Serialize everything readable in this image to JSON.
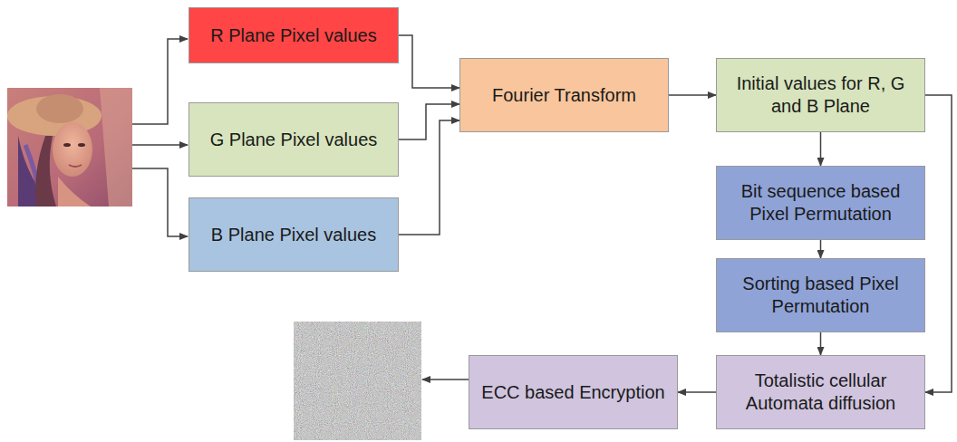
{
  "diagram": {
    "nodes": [
      {
        "text": [
          "R Plane Pixel values"
        ]
      },
      {
        "text": [
          "G Plane Pixel values"
        ]
      },
      {
        "text": [
          "B Plane Pixel values"
        ]
      },
      {
        "text": [
          "Fourier Transform"
        ]
      },
      {
        "text": [
          "Initial values for R, G and B Plane"
        ]
      },
      {
        "text": [
          "Bit sequence based Pixel Permutation"
        ]
      },
      {
        "text": [
          "Sorting based Pixel Permutation"
        ]
      },
      {
        "text": [
          "Totalistic cellular Automata diffusion"
        ]
      },
      {
        "text": [
          "ECC based Encryption"
        ]
      }
    ],
    "edges": [
      {
        "from": 0,
        "to": 3,
        "arrow": "to"
      },
      {
        "from": 1,
        "to": 3,
        "arrow": "to"
      },
      {
        "from": 2,
        "to": 3,
        "arrow": "to"
      },
      {
        "from": 3,
        "to": 4,
        "arrow": "to"
      },
      {
        "from": 4,
        "to": 5,
        "arrow": "to"
      },
      {
        "from": 5,
        "to": 6,
        "arrow": "to"
      },
      {
        "from": 6,
        "to": 7,
        "arrow": "to"
      },
      {
        "from": 4,
        "to": 7,
        "arrow": "to"
      },
      {
        "from": 7,
        "to": 8,
        "arrow": "to"
      }
    ]
  }
}
